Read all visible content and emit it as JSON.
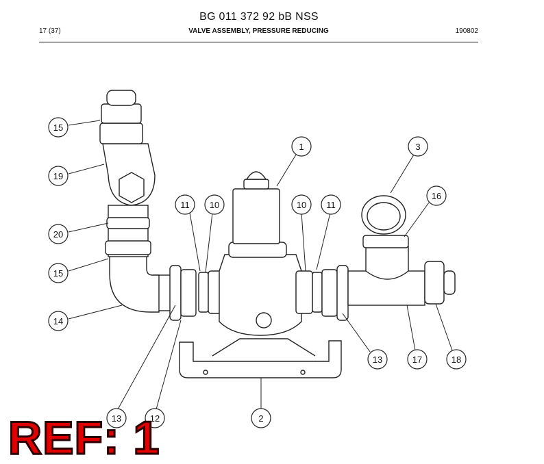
{
  "header": {
    "doc_number": "BG 011 372 92 bB NSS",
    "page": "17 (37)",
    "title": "VALVE ASSEMBLY, PRESSURE REDUCING",
    "date": "190802"
  },
  "callouts": [
    {
      "id": "callout-15-top",
      "label": "15"
    },
    {
      "id": "callout-19",
      "label": "19"
    },
    {
      "id": "callout-20",
      "label": "20"
    },
    {
      "id": "callout-15-lower",
      "label": "15"
    },
    {
      "id": "callout-14",
      "label": "14"
    },
    {
      "id": "callout-1",
      "label": "1"
    },
    {
      "id": "callout-3",
      "label": "3"
    },
    {
      "id": "callout-16",
      "label": "16"
    },
    {
      "id": "callout-11-left",
      "label": "11"
    },
    {
      "id": "callout-10-left",
      "label": "10"
    },
    {
      "id": "callout-10-right",
      "label": "10"
    },
    {
      "id": "callout-11-right",
      "label": "11"
    },
    {
      "id": "callout-13-right",
      "label": "13"
    },
    {
      "id": "callout-17",
      "label": "17"
    },
    {
      "id": "callout-18",
      "label": "18"
    },
    {
      "id": "callout-13-left",
      "label": "13"
    },
    {
      "id": "callout-12",
      "label": "12"
    },
    {
      "id": "callout-2",
      "label": "2"
    }
  ],
  "ref_stamp": "REF: 1"
}
